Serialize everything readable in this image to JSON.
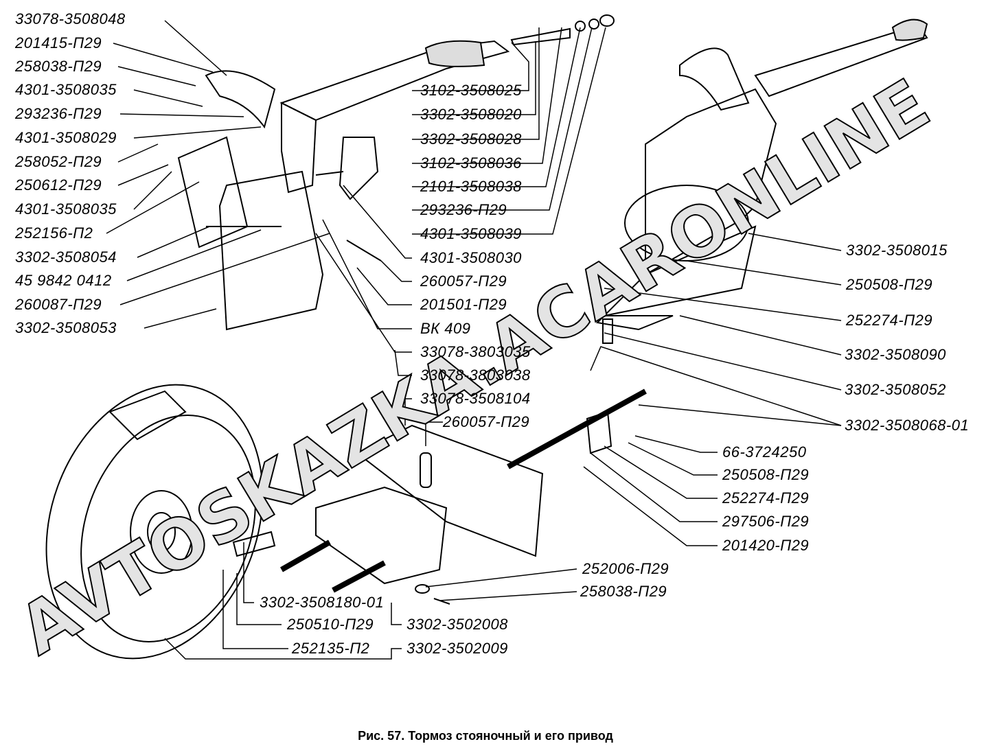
{
  "caption": "Рис. 57. Тормоз стояночный и его привод",
  "watermark": "AVTOSKAZKA.ACARONLINE",
  "labels_left": [
    "33078-3508048",
    "201415-П29",
    "258038-П29",
    "4301-3508035",
    "293236-П29",
    "4301-3508029",
    "258052-П29",
    "250612-П29",
    "4301-3508035",
    "252156-П2",
    "3302-3508054",
    "45 9842 0412",
    "260087-П29",
    "3302-3508053"
  ],
  "labels_middle": [
    "3102-3508025",
    "3302-3508020",
    "3302-3508028",
    "3102-3508036",
    "2101-3508038",
    "293236-П29",
    "4301-3508039",
    "4301-3508030",
    "260057-П29",
    "201501-П29",
    "ВК 409",
    "33078-3803035",
    "33078-3803038",
    "33078-3508104",
    "260057-П29"
  ],
  "labels_right": [
    "3302-3508015",
    "250508-П29",
    "252274-П29",
    "3302-3508090",
    "3302-3508052",
    "3302-3508068-01",
    "66-3724250",
    "250508-П29",
    "252274-П29",
    "297506-П29",
    "201420-П29"
  ],
  "labels_bottom": [
    "252006-П29",
    "258038-П29",
    "3302-3508180-01",
    "250510-П29",
    "3302-3502008",
    "252135-П2",
    "3302-3502009"
  ]
}
